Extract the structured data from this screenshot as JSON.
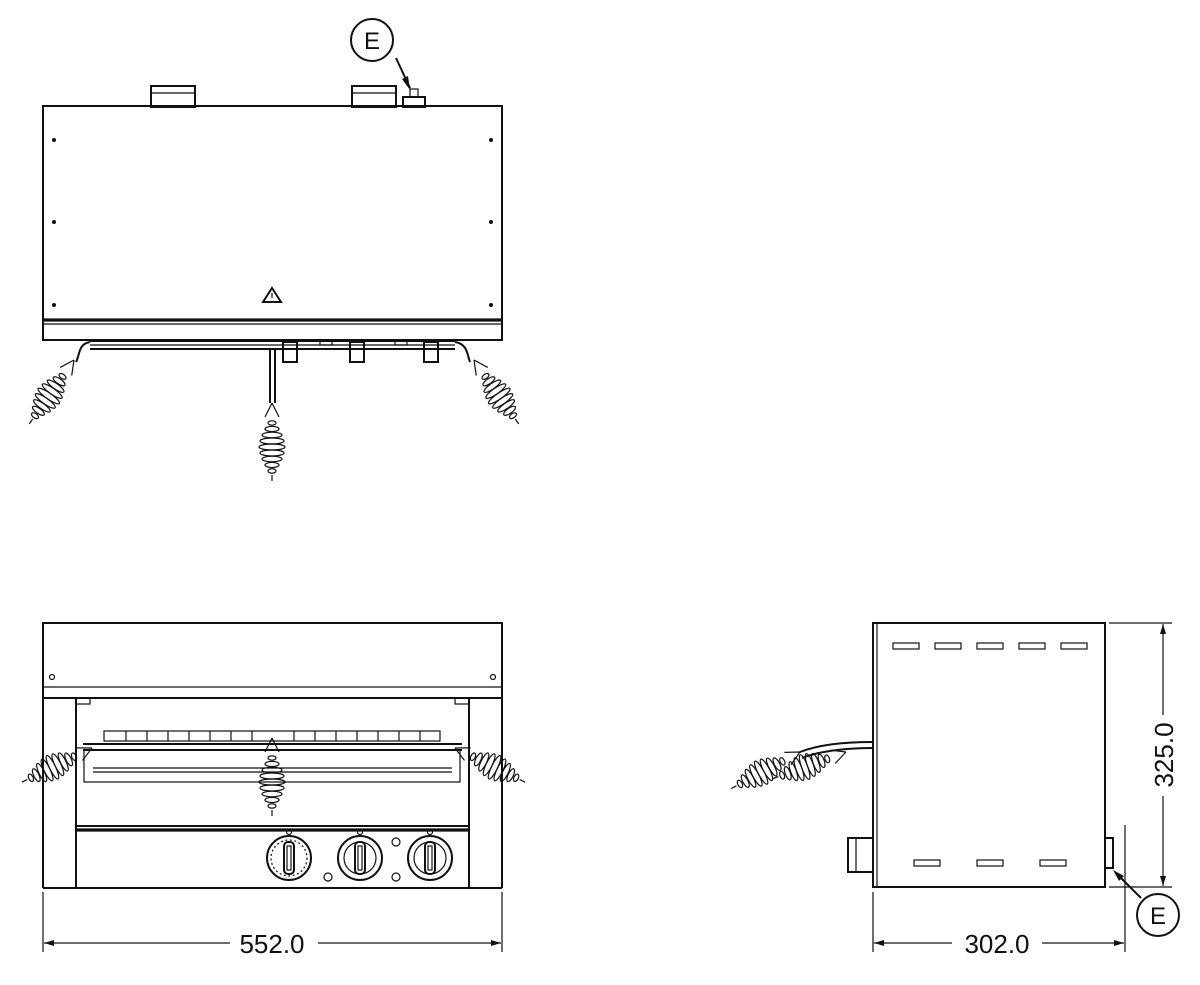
{
  "callouts": {
    "top_view": "E",
    "side_view": "E"
  },
  "dimensions": {
    "width": "552.0",
    "depth": "302.0",
    "height": "325.0"
  },
  "colors": {
    "line": "#111111",
    "background": "#ffffff"
  },
  "icons": {
    "warning": "hot-surface-warning-icon"
  }
}
